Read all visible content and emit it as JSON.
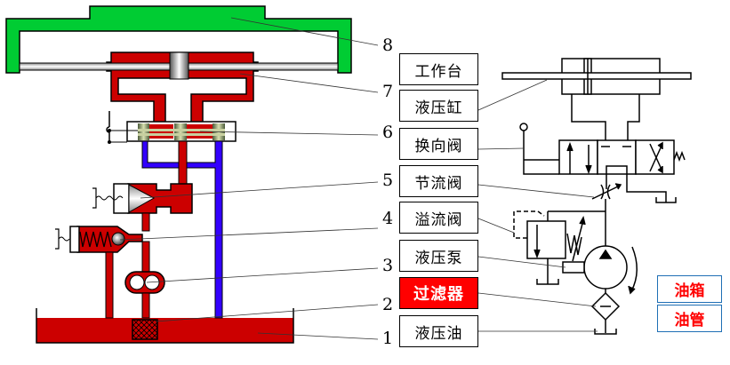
{
  "diagram": {
    "title": "Hydraulic system schematic",
    "components": [
      {
        "number": "8",
        "label": "工作台",
        "highlight": false
      },
      {
        "number": "7",
        "label": "液压缸",
        "highlight": false
      },
      {
        "number": "6",
        "label": "换向阀",
        "highlight": false
      },
      {
        "number": "5",
        "label": "节流阀",
        "highlight": false
      },
      {
        "number": "4",
        "label": "溢流阀",
        "highlight": false
      },
      {
        "number": "3",
        "label": "液压泵",
        "highlight": false
      },
      {
        "number": "2",
        "label": "过滤器",
        "highlight": true
      },
      {
        "number": "1",
        "label": "液压油",
        "highlight": false
      }
    ],
    "legend": [
      {
        "label": "油箱"
      },
      {
        "label": "油管"
      }
    ],
    "colors": {
      "worktable": "#00cc33",
      "oil_pressure": "#cc0000",
      "oil_return": "#3300ff",
      "highlight_box": "#ff0000",
      "legend_border": "#1f6fb5",
      "legend_text": "#ff0000"
    }
  }
}
